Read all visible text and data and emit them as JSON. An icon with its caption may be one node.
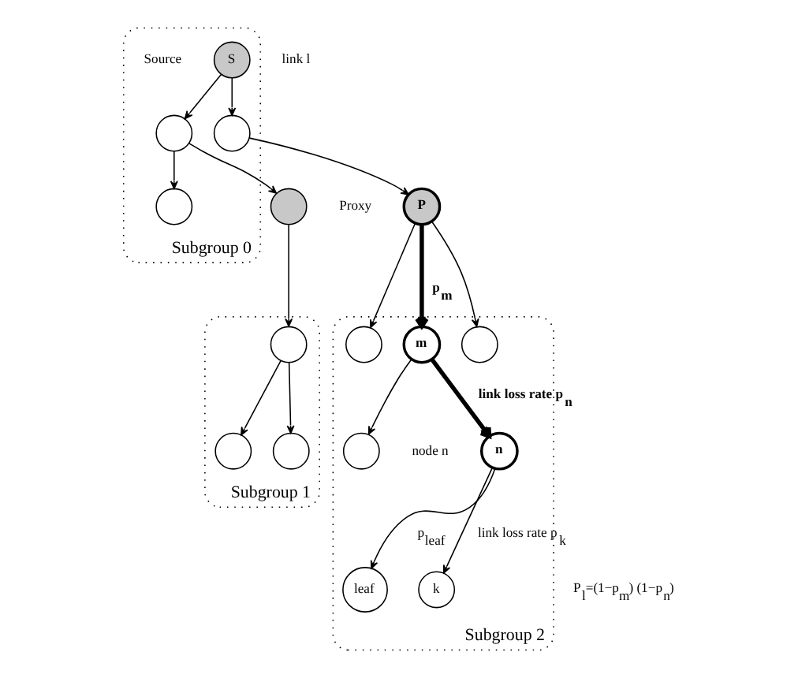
{
  "diagram": {
    "nodes": [
      {
        "text": [
          "Subgroup 0"
        ]
      },
      {
        "text": [
          "S"
        ],
        "beside": [
          "Source"
        ],
        "in": 0
      },
      {
        "text": [],
        "shape": "circle",
        "in": 0
      },
      {
        "text": [],
        "shape": "circle",
        "in": 0
      },
      {
        "text": [],
        "shape": "circle"
      },
      {
        "text": [],
        "shape": "circle",
        "in": 0
      },
      {
        "text": [
          "P"
        ],
        "beside": [
          "Proxy"
        ]
      },
      {
        "text": [
          "Subgroup 1"
        ]
      },
      {
        "text": [],
        "shape": "circle",
        "in": 7
      },
      {
        "text": [],
        "shape": "circle",
        "in": 7
      },
      {
        "text": [],
        "shape": "circle",
        "in": 7
      },
      {
        "text": [
          "Subgroup 2"
        ]
      },
      {
        "text": [],
        "shape": "circle",
        "in": 11
      },
      {
        "text": [
          "m"
        ],
        "in": 11
      },
      {
        "text": [],
        "shape": "circle",
        "in": 11
      },
      {
        "text": [],
        "shape": "circle",
        "in": 11
      },
      {
        "text": [
          "n"
        ],
        "beside": [
          "node n"
        ],
        "in": 11
      },
      {
        "text": [
          "leaf"
        ],
        "in": 11
      },
      {
        "text": [
          "k"
        ],
        "in": 11
      }
    ],
    "edges": [
      {
        "from": 1,
        "to": 2,
        "arrow": "to"
      },
      {
        "from": 1,
        "to": 3,
        "arrow": "to"
      },
      {
        "from": 2,
        "to": 4,
        "arrow": "to"
      },
      {
        "from": 2,
        "to": 5,
        "arrow": "to"
      },
      {
        "from": 3,
        "to": 6,
        "arrow": "to"
      },
      {
        "from": 4,
        "to": 8,
        "arrow": "to"
      },
      {
        "from": 8,
        "to": 9,
        "arrow": "to"
      },
      {
        "from": 8,
        "to": 10,
        "arrow": "to"
      },
      {
        "from": 6,
        "to": 12,
        "arrow": "to"
      },
      {
        "from": 6,
        "to": 13,
        "arrow": "to",
        "style": "thick",
        "label": "p$_{m}$"
      },
      {
        "from": 6,
        "to": 14,
        "arrow": "to"
      },
      {
        "from": 13,
        "to": 15,
        "arrow": "to"
      },
      {
        "from": 13,
        "to": 16,
        "arrow": "to",
        "style": "thick",
        "label": "link loss rate p$_{n}$"
      },
      {
        "from": 16,
        "to": 17,
        "arrow": "to",
        "label": "p$_{leaf}$"
      },
      {
        "from": 16,
        "to": 18,
        "arrow": "to",
        "label": "link loss rate p$_{k}$"
      }
    ],
    "labels": [
      "P$_{l}$=(1−p$_{m}$) (1−p$_{n}$)",
      "link l"
    ]
  }
}
